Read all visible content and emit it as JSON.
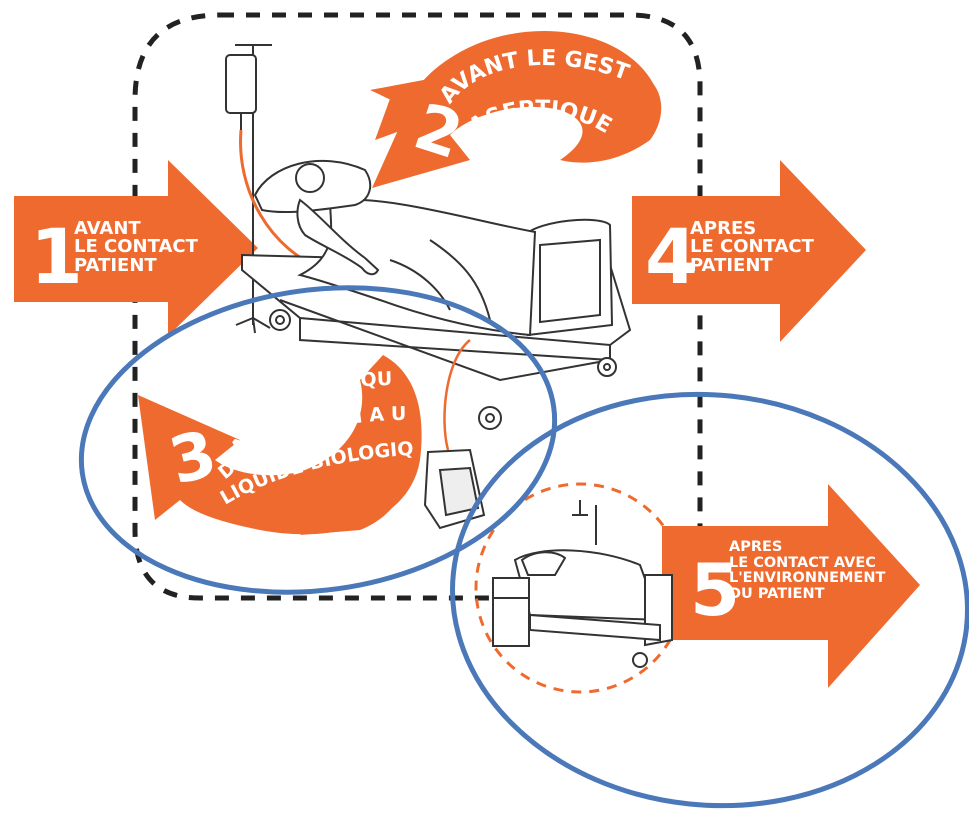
{
  "colors": {
    "accent": "#ee6a2f",
    "ellipse": "#4a78b8",
    "dashed_zone": "#222222",
    "line_art": "#333333"
  },
  "moments": [
    {
      "number": "1",
      "lines": [
        "AVANT",
        "LE CONTACT",
        "PATIENT"
      ]
    },
    {
      "number": "2",
      "lines": [
        "AVANT LE GESTE",
        "ASEPTIQUE"
      ]
    },
    {
      "number": "3",
      "lines": [
        "APRES LE RISQUE",
        "D'EXPOSITION A UN",
        "LIQUIDE BIOLOGIQUE"
      ]
    },
    {
      "number": "4",
      "lines": [
        "APRES",
        "LE CONTACT",
        "PATIENT"
      ]
    },
    {
      "number": "5",
      "lines": [
        "APRES",
        "LE CONTACT AVEC",
        "L'ENVIRONNEMENT",
        "DU PATIENT"
      ]
    }
  ],
  "icons": [
    "patient-bed-illustration",
    "iv-drip-icon",
    "urine-bag-icon",
    "empty-bed-illustration",
    "bedside-table-icon"
  ]
}
